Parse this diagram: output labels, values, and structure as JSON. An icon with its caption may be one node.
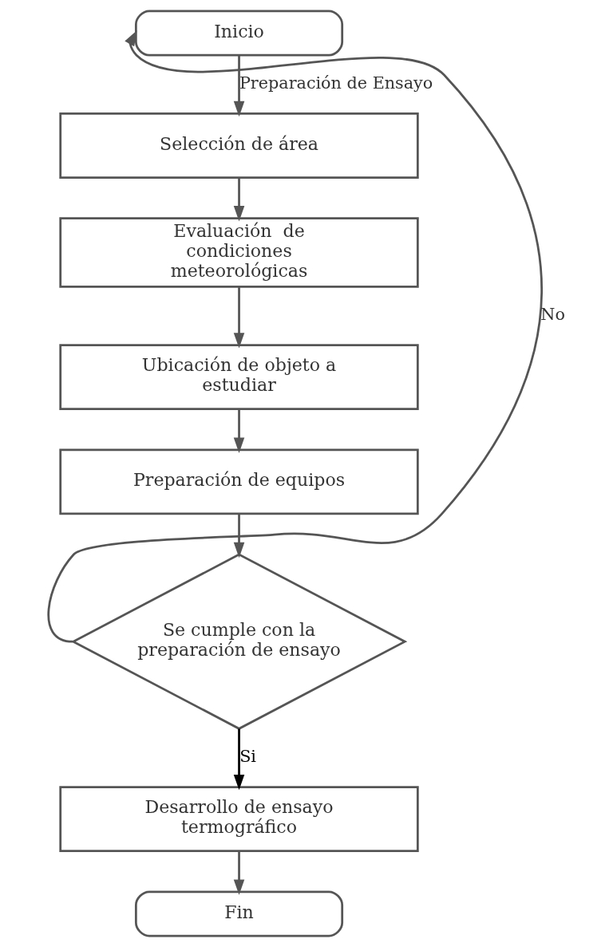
{
  "diagram": {
    "nodes": [
      {
        "text": [
          "Inicio"
        ]
      },
      {
        "text": [
          "Selección de área"
        ]
      },
      {
        "text": [
          "Evaluación  de condiciones meteorológicas"
        ]
      },
      {
        "text": [
          "Ubicación de objeto a estudiar"
        ]
      },
      {
        "text": [
          "Preparación de equipos"
        ]
      },
      {
        "text": [
          "Se cumple con la preparación de ensayo"
        ]
      },
      {
        "text": [
          "Desarrollo de ensayo termográfico"
        ]
      },
      {
        "text": [
          "Fin"
        ]
      }
    ],
    "edges": [
      {
        "from": 0,
        "to": 1,
        "arrow": "to",
        "label": "Preparación de Ensayo"
      },
      {
        "from": 1,
        "to": 2,
        "arrow": "to"
      },
      {
        "from": 2,
        "to": 3,
        "arrow": "to"
      },
      {
        "from": 3,
        "to": 4,
        "arrow": "to"
      },
      {
        "from": 4,
        "to": 5,
        "arrow": "to"
      },
      {
        "from": 5,
        "to": 0,
        "arrow": "to",
        "label": "No"
      },
      {
        "from": 5,
        "to": 6,
        "arrow": "to",
        "label": "Si",
        "color": "#000000"
      },
      {
        "from": 6,
        "to": 7,
        "arrow": "to"
      }
    ]
  }
}
